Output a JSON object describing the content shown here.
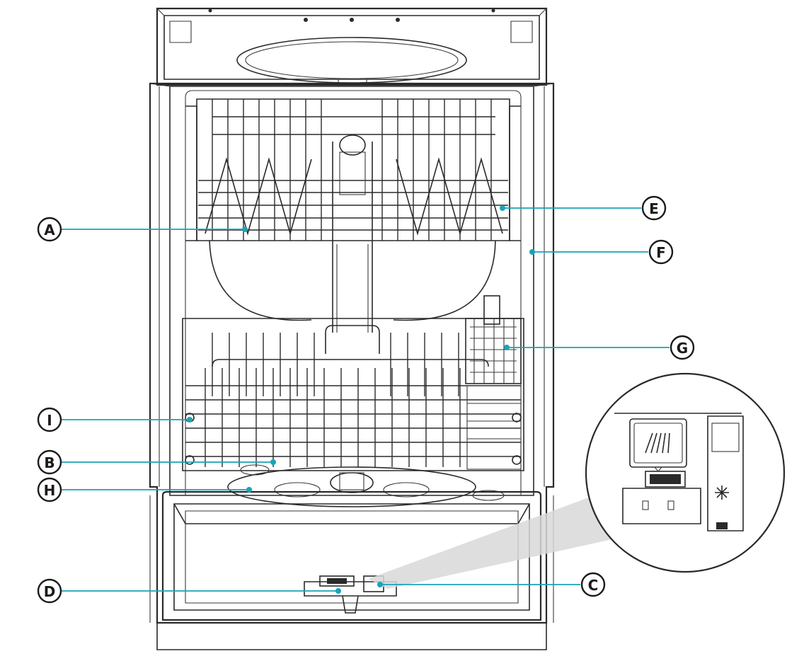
{
  "callouts": [
    {
      "id": "A",
      "label": "A"
    },
    {
      "id": "B",
      "label": "B"
    },
    {
      "id": "C",
      "label": "C"
    },
    {
      "id": "D",
      "label": "D"
    },
    {
      "id": "E",
      "label": "E"
    },
    {
      "id": "F",
      "label": "F"
    },
    {
      "id": "G",
      "label": "G"
    },
    {
      "id": "H",
      "label": "H"
    },
    {
      "id": "I",
      "label": "I"
    }
  ],
  "colors": {
    "callout_line": "#1aa3b8",
    "outline": "#2a2a2a"
  },
  "inset": {
    "icons": [
      "spray-arms-icon",
      "rinse-aid-snowflake-icon"
    ]
  }
}
